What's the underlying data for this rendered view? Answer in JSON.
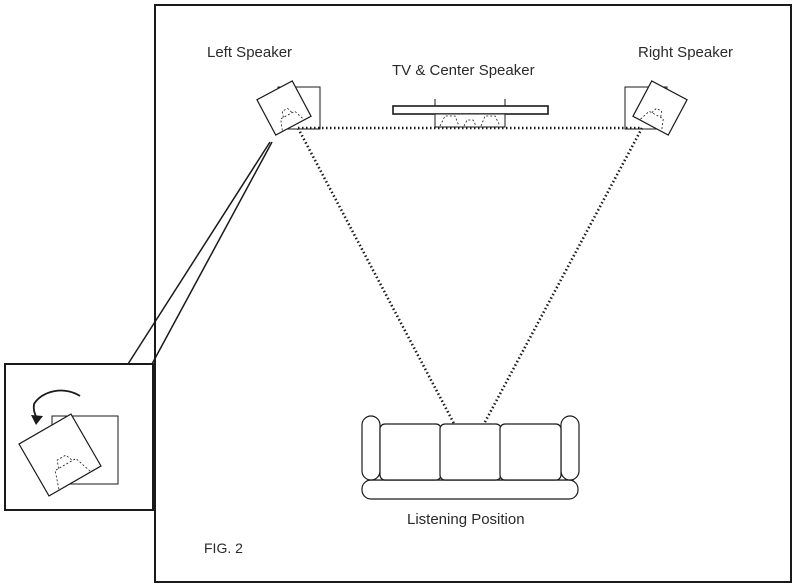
{
  "labels": {
    "left_speaker": "Left Speaker",
    "right_speaker": "Right Speaker",
    "tv_center": "TV & Center Speaker",
    "listening_position": "Listening Position",
    "figure": "FIG. 2"
  },
  "colors": {
    "line": "#1a1a1a",
    "background": "#ffffff",
    "text": "#2a2a2a"
  },
  "icons": [
    "rotate-arrow-icon"
  ]
}
